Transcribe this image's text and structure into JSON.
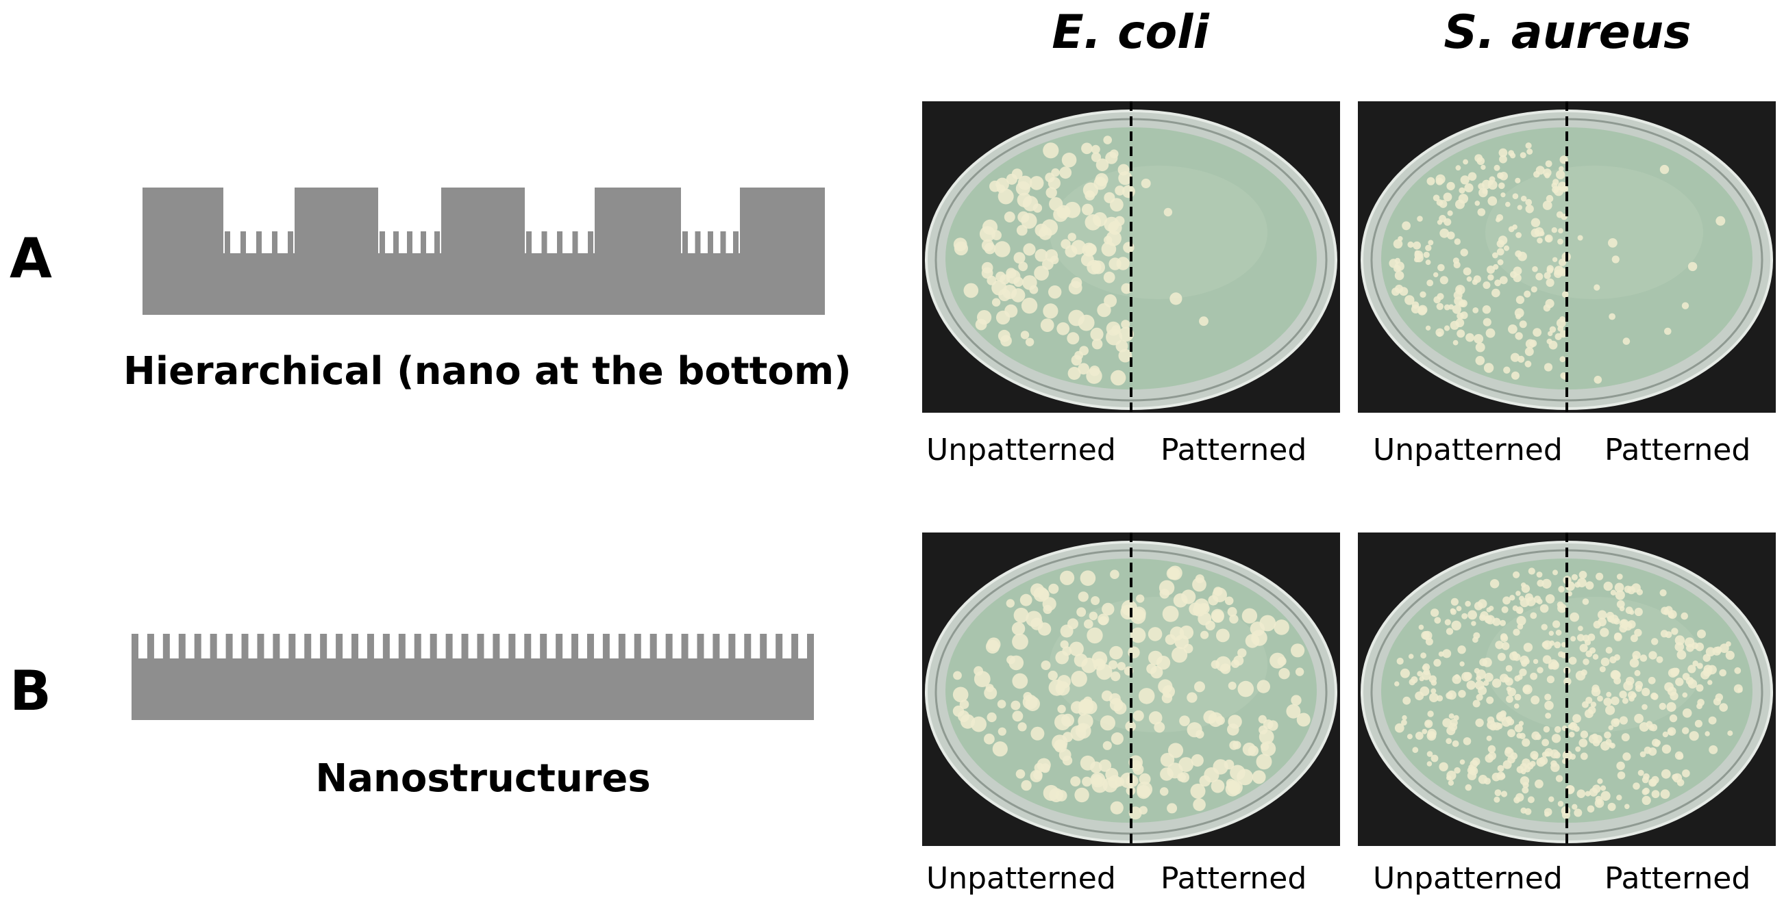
{
  "rows": [
    {
      "letter": "A",
      "caption": "Hierarchical (nano at the bottom)"
    },
    {
      "letter": "B",
      "caption": "Nanostructures"
    }
  ],
  "columns": [
    {
      "header": "E. coli"
    },
    {
      "header": "S. aureus"
    }
  ],
  "plate_labels": {
    "left": "Unpatterned",
    "right": "Patterned"
  },
  "colors": {
    "schematic_gray": "#8e8e8e",
    "background_photo": "#1b1b1b",
    "agar": "#a9c4ad",
    "colony": "#efeccf"
  }
}
